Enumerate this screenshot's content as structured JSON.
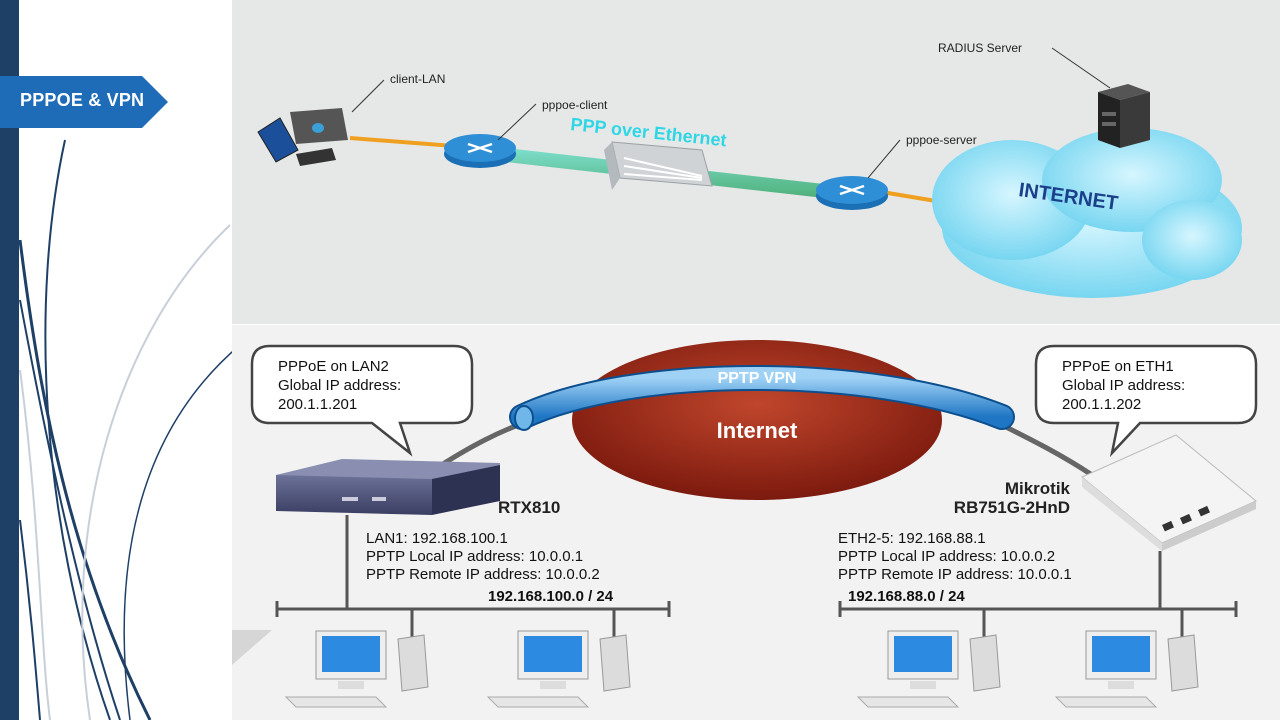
{
  "slide": {
    "tag": "PPPOE & VPN"
  },
  "top_diagram": {
    "client_lan": "client-LAN",
    "pppoe_client": "pppoe-client",
    "ppp_over_ethernet": "PPP over Ethernet",
    "pppoe_server": "pppoe-server",
    "radius_server": "RADIUS Server",
    "internet": "INTERNET"
  },
  "bottom_diagram": {
    "left_callout": [
      "PPPoE on LAN2",
      "Global IP address:",
      "200.1.1.201"
    ],
    "right_callout": [
      "PPPoE on ETH1",
      "Global IP address:",
      "200.1.1.202"
    ],
    "tunnel_label": "PPTP VPN",
    "internet": "Internet",
    "left_router": "RTX810",
    "right_router_line1": "Mikrotik",
    "right_router_line2": "RB751G-2HnD",
    "left_info": [
      "LAN1: 192.168.100.1",
      "PPTP Local IP address: 10.0.0.1",
      "PPTP Remote IP address: 10.0.0.2"
    ],
    "right_info": [
      "ETH2-5: 192.168.88.1",
      "PPTP Local IP address: 10.0.0.2",
      "PPTP Remote IP address: 10.0.0.1"
    ],
    "left_subnet": "192.168.100.0 / 24",
    "right_subnet": "192.168.88.0 / 24"
  }
}
